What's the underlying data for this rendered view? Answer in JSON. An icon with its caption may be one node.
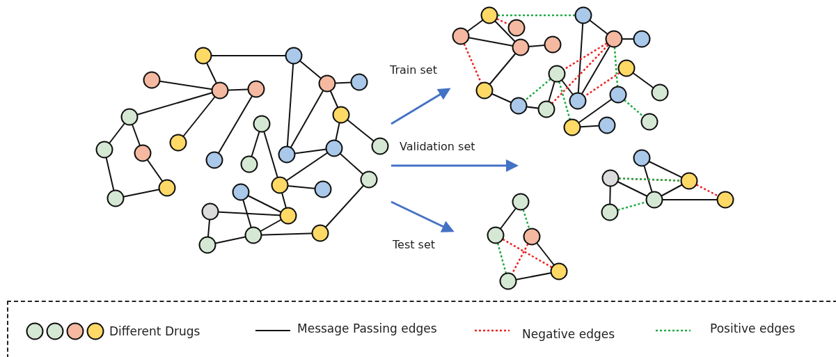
{
  "diagram": {
    "nodes": [
      {
        "text": [],
        "shape": "picture"
      },
      {
        "text": [],
        "shape": "picture"
      },
      {
        "text": [],
        "shape": "picture"
      },
      {
        "text": [],
        "shape": "picture"
      }
    ],
    "edges": [
      {
        "from": 0,
        "to": 1,
        "arrow": "to",
        "label": "Train set"
      },
      {
        "from": 0,
        "to": null,
        "arrow": "to",
        "label": "Validation set"
      },
      {
        "from": 0,
        "to": 3,
        "arrow": "to",
        "label": "Test set"
      }
    ],
    "legend": [
      {
        "text": "Different Drugs"
      },
      {
        "text": "Message Passing edges"
      },
      {
        "text": "Negative edges"
      },
      {
        "text": "Positive edges"
      }
    ]
  }
}
